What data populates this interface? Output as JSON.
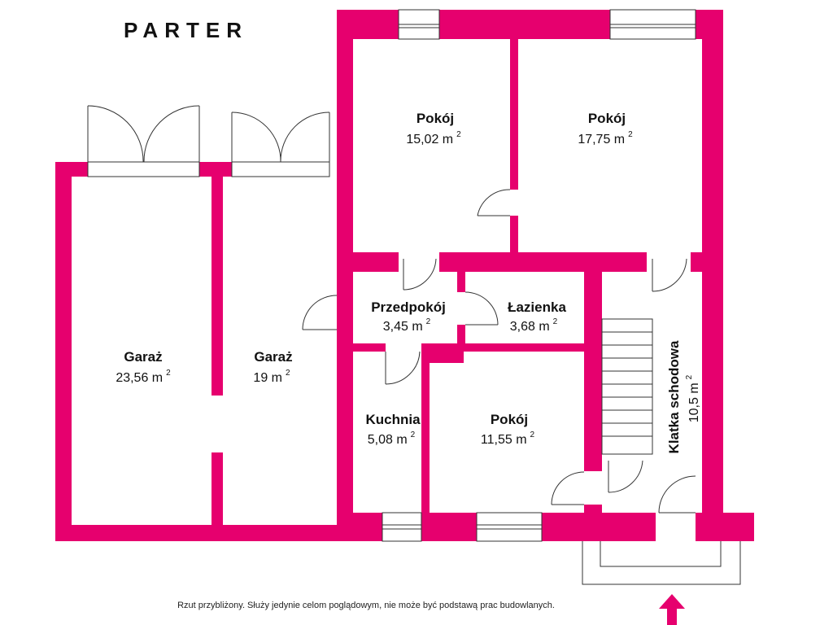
{
  "floor_title": "PARTER",
  "disclaimer": "Rzut przybliżony. Służy jedynie celom poglądowym, nie może być podstawą prac budowlanych.",
  "colors": {
    "wall": "#E6006E",
    "line": "#333333",
    "background": "#ffffff"
  },
  "rooms": [
    {
      "id": "garage-1",
      "name": "Garaż",
      "area": "23,56 m",
      "unit_sup": "2"
    },
    {
      "id": "garage-2",
      "name": "Garaż",
      "area": "19 m",
      "unit_sup": "2"
    },
    {
      "id": "room-1",
      "name": "Pokój",
      "area": "15,02 m",
      "unit_sup": "2"
    },
    {
      "id": "room-2",
      "name": "Pokój",
      "area": "17,75 m",
      "unit_sup": "2"
    },
    {
      "id": "hall",
      "name": "Przedpokój",
      "area": "3,45 m",
      "unit_sup": "2"
    },
    {
      "id": "bathroom",
      "name": "Łazienka",
      "area": "3,68 m",
      "unit_sup": "2"
    },
    {
      "id": "kitchen",
      "name": "Kuchnia",
      "area": "5,08 m",
      "unit_sup": "2"
    },
    {
      "id": "room-3",
      "name": "Pokój",
      "area": "11,55 m",
      "unit_sup": "2"
    },
    {
      "id": "stairwell",
      "name": "Klatka schodowa",
      "area": "10,5 m",
      "unit_sup": "2"
    }
  ],
  "entrance_icon": "arrow-up-icon"
}
